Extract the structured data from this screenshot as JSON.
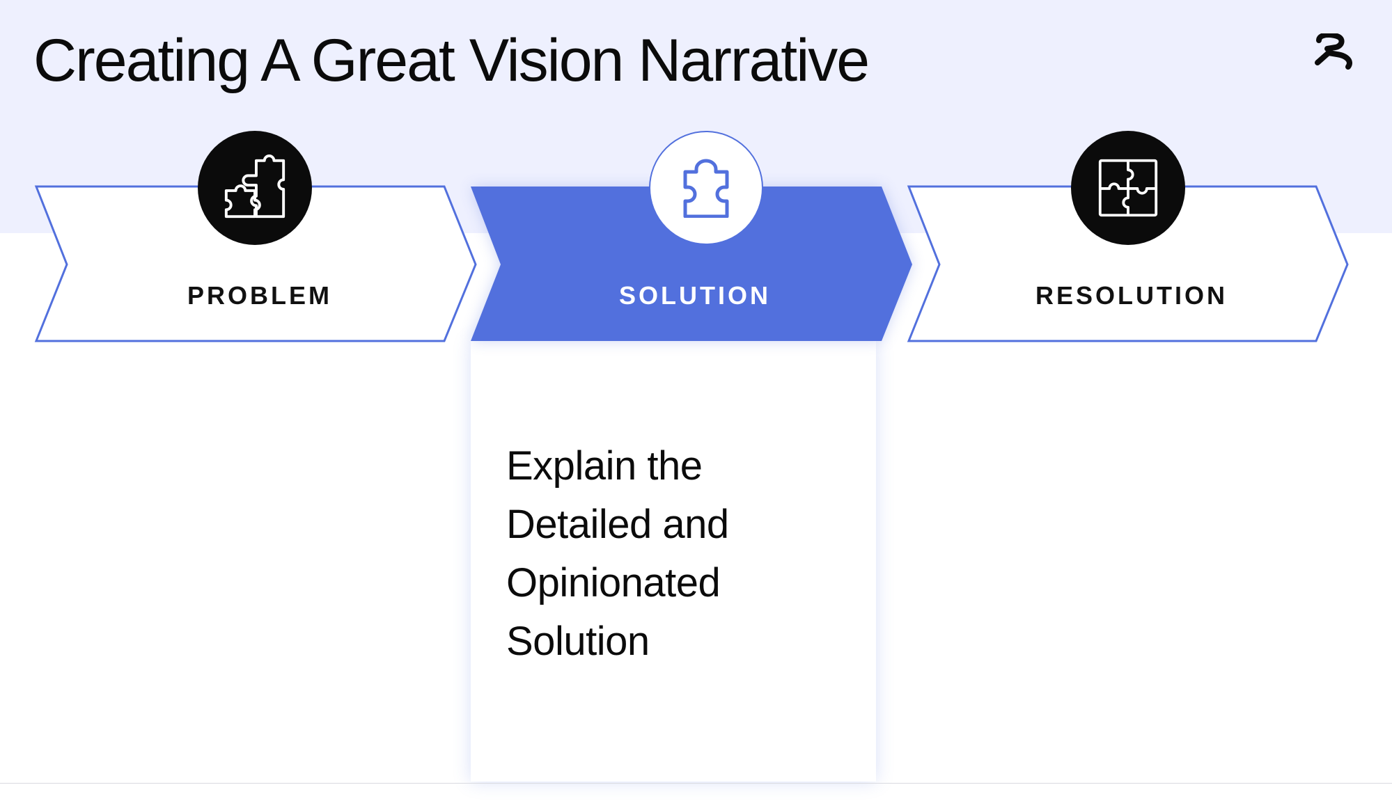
{
  "slide": {
    "title": "Creating A Great Vision Narrative"
  },
  "logo": {
    "icon": "brand-logo-icon"
  },
  "steps": [
    {
      "label": "PROBLEM",
      "icon": "puzzle-pieces-icon",
      "active": false
    },
    {
      "label": "SOLUTION",
      "icon": "puzzle-piece-icon",
      "active": true
    },
    {
      "label": "RESOLUTION",
      "icon": "completed-puzzle-icon",
      "active": false
    }
  ],
  "detail": {
    "text": "Explain the Detailed and Opinionated Solution"
  },
  "colors": {
    "accent": "#5270DD",
    "band": "#EEF0FE",
    "dark": "#0B0B0B"
  }
}
